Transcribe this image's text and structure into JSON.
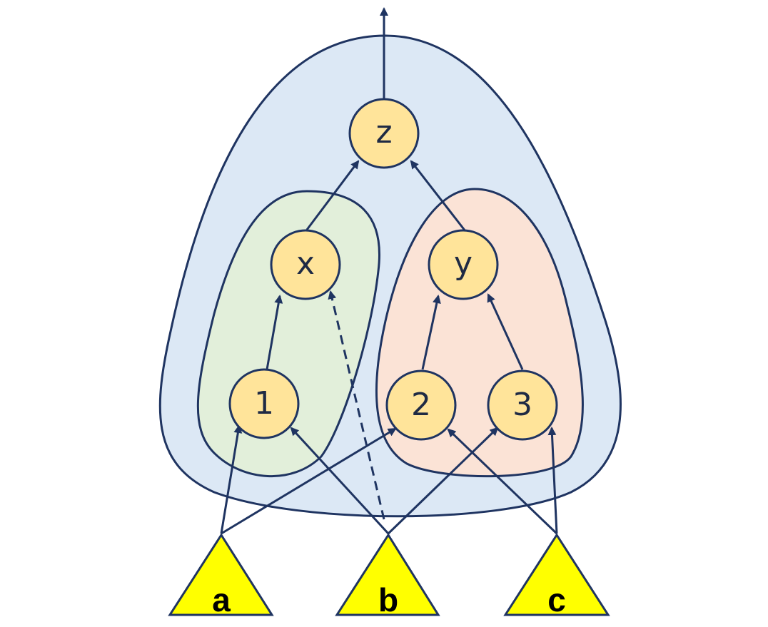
{
  "colors": {
    "outer_region_fill": "#dce8f5",
    "left_region_fill": "#e2efda",
    "right_region_fill": "#fbe3d6",
    "region_stroke": "#1f3461",
    "node_fill": "#ffe49a",
    "node_stroke": "#1f3461",
    "edge_color": "#1f3461",
    "input_fill": "#ffff00",
    "input_stroke": "#1f3461"
  },
  "nodes": {
    "z": "z",
    "x": "x",
    "y": "y",
    "n1": "1",
    "n2": "2",
    "n3": "3"
  },
  "inputs": {
    "a": "a",
    "b": "b",
    "c": "c"
  },
  "edges": [
    {
      "from": "n1",
      "to": "x",
      "style": "solid"
    },
    {
      "from": "b",
      "to": "x",
      "style": "dashed"
    },
    {
      "from": "x",
      "to": "z",
      "style": "solid"
    },
    {
      "from": "n2",
      "to": "y",
      "style": "solid"
    },
    {
      "from": "n3",
      "to": "y",
      "style": "solid"
    },
    {
      "from": "y",
      "to": "z",
      "style": "solid"
    },
    {
      "from": "a",
      "to": "n1",
      "style": "solid"
    },
    {
      "from": "a",
      "to": "n2",
      "style": "solid"
    },
    {
      "from": "b",
      "to": "n1",
      "style": "solid"
    },
    {
      "from": "b",
      "to": "n3",
      "style": "solid"
    },
    {
      "from": "c",
      "to": "n2",
      "style": "solid"
    },
    {
      "from": "c",
      "to": "n3",
      "style": "solid"
    },
    {
      "from": "z",
      "to": "output",
      "style": "solid"
    }
  ]
}
